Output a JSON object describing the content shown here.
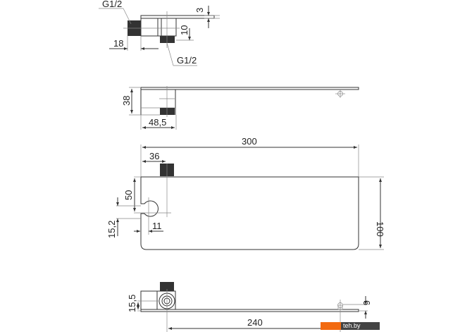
{
  "dimensions": {
    "top_thread_in": "G1/2",
    "top_plate_thickness": "3",
    "top_height": "10",
    "top_width": "18",
    "top_thread_out": "G1/2",
    "side_height": "38",
    "side_width": "48,5",
    "plan_length": "300",
    "plan_thread_offset": "36",
    "plan_slot_offset": "50",
    "plan_depth": "100",
    "plan_slot_height": "15,2",
    "plan_slot_width": "11",
    "front_height": "15,5",
    "front_hole_height": "6",
    "front_span": "240"
  },
  "watermark": "teh.by"
}
